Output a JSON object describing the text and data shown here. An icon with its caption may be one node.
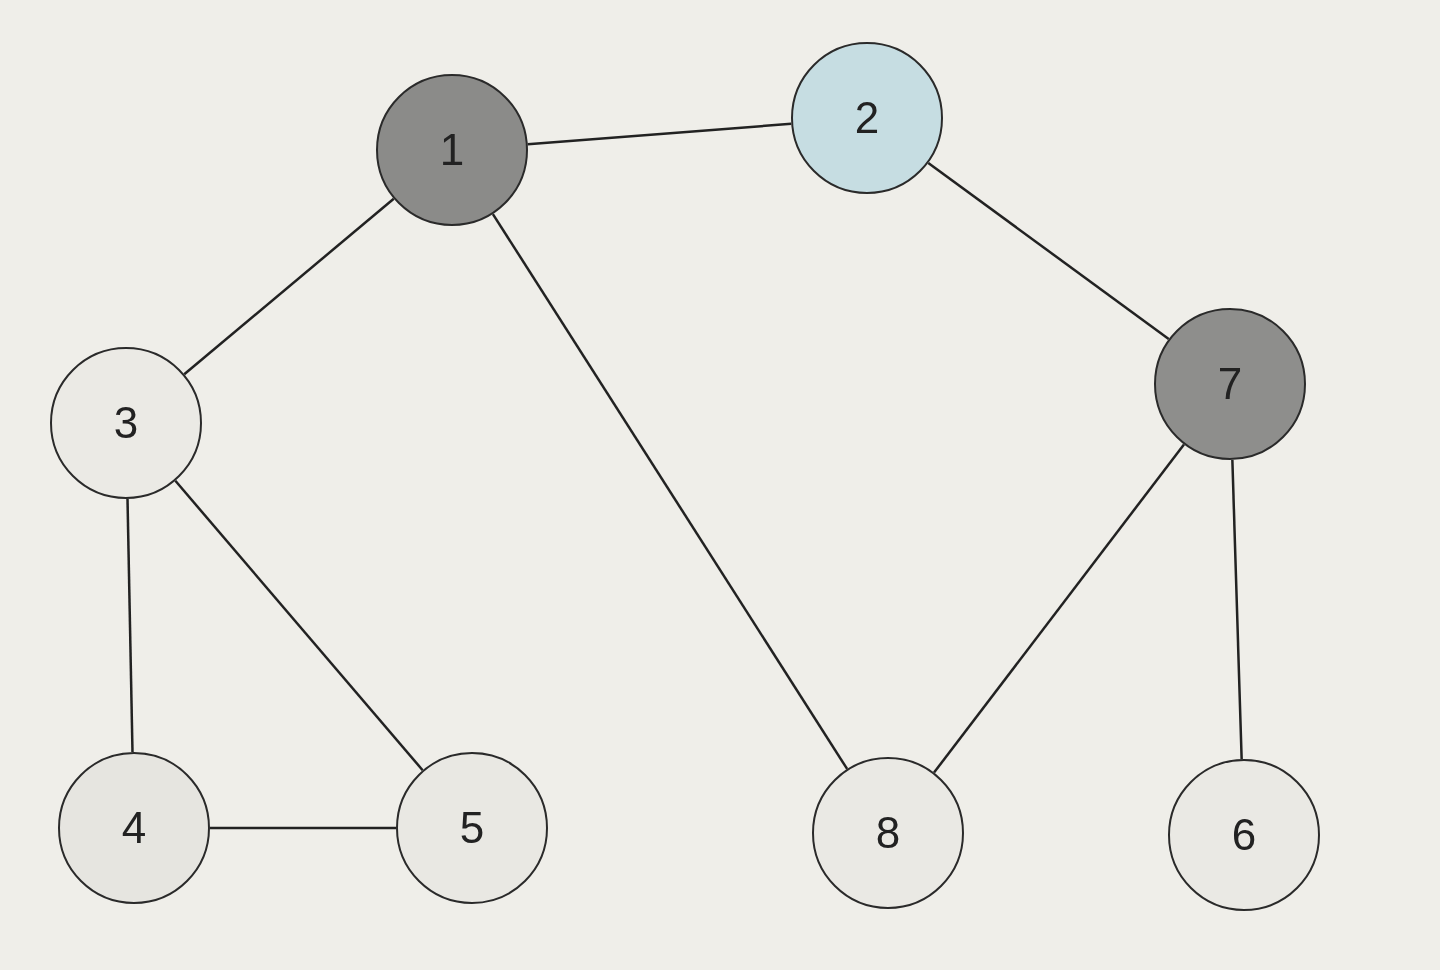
{
  "diagram": {
    "nodes": [
      {
        "text": [
          "1"
        ]
      },
      {
        "text": [
          "2"
        ]
      },
      {
        "text": [
          "3"
        ]
      },
      {
        "text": [
          "4"
        ]
      },
      {
        "text": [
          "5"
        ]
      },
      {
        "text": [
          "8"
        ]
      },
      {
        "text": [
          "7"
        ]
      },
      {
        "text": [
          "6"
        ]
      }
    ],
    "edges": [
      {
        "from": 0,
        "to": 1,
        "arrow": "none"
      },
      {
        "from": 0,
        "to": 2,
        "arrow": "none"
      },
      {
        "from": 0,
        "to": 5,
        "arrow": "none"
      },
      {
        "from": 1,
        "to": 6,
        "arrow": "none"
      },
      {
        "from": 2,
        "to": 3,
        "arrow": "none"
      },
      {
        "from": 2,
        "to": 4,
        "arrow": "none"
      },
      {
        "from": 3,
        "to": 4,
        "arrow": "none"
      },
      {
        "from": 6,
        "to": 5,
        "arrow": "none"
      },
      {
        "from": 6,
        "to": 7,
        "arrow": "none"
      }
    ]
  }
}
